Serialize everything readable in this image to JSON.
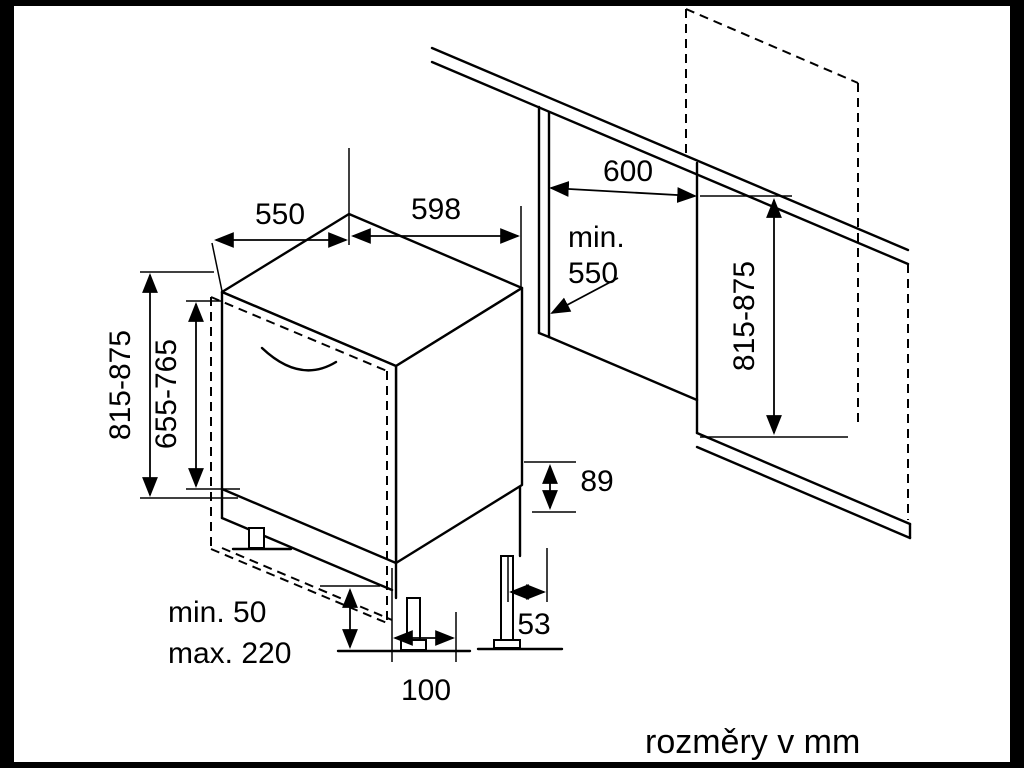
{
  "labels": {
    "depth_top": "550",
    "width_top": "598",
    "niche_width": "600",
    "niche_min_l1": "min.",
    "niche_min_l2": "550",
    "height_left": "815-875",
    "door_height": "655-765",
    "height_right": "815-875",
    "base_height_rear": "89",
    "feet_min": "min. 50",
    "feet_max": "max. 220",
    "base_depth": "100",
    "foot_offset": "53"
  },
  "footer": {
    "note": "rozměry v mm"
  },
  "colors": {
    "line": "#000000",
    "background": "#ffffff",
    "frame": "#000000"
  }
}
